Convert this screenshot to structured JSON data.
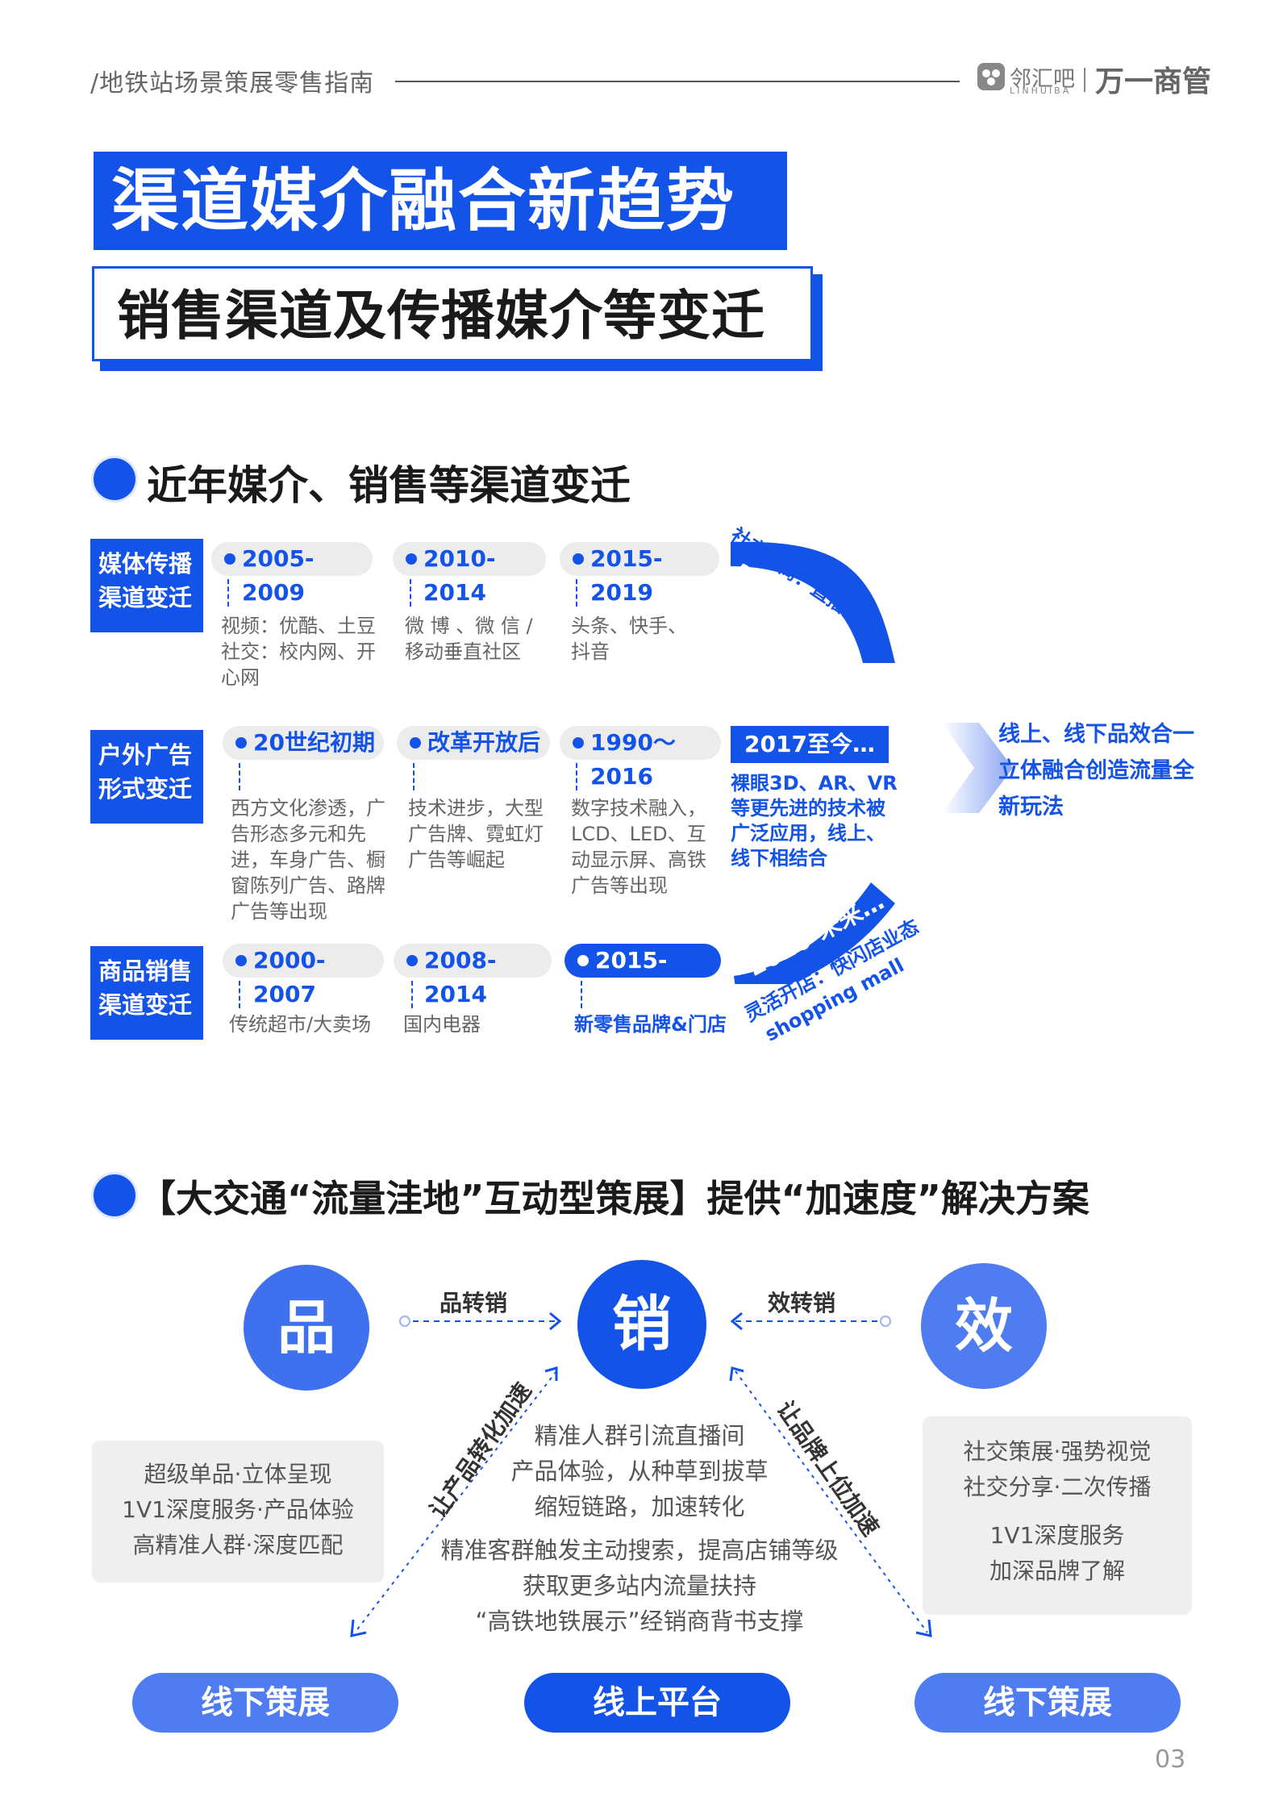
{
  "header": {
    "breadcrumb": "/地铁站场景策展零售指南",
    "logo_cn": "邻汇吧",
    "logo_en": "LINHUIBA",
    "brand": "万一商管"
  },
  "title": {
    "main": "渠道媒介融合新趋势",
    "sub": "销售渠道及传播媒介等变迁"
  },
  "section1": {
    "heading": "近年媒介、销售等渠道变迁",
    "rows": [
      {
        "label": [
          "媒体传播",
          "渠道变迁"
        ],
        "periods": [
          {
            "period": "2005-2009",
            "desc": [
              "视频：优酷、土豆",
              "社交：校内网、开",
              "心网"
            ]
          },
          {
            "period": "2010-2014",
            "desc": [
              "微 博 、微 信 /",
              "移动垂直社区"
            ]
          },
          {
            "period": "2015-2019",
            "desc": [
              "头条、快手、",
              "抖音"
            ]
          }
        ],
        "future": {
          "title": "2020-未来…",
          "desc": "社交电商：直播卖货"
        }
      },
      {
        "label": [
          "户外广告",
          "形式变迁"
        ],
        "periods": [
          {
            "period": "20世纪初期",
            "desc": [
              "西方文化渗透，广",
              "告形态多元和先",
              "进，车身广告、橱",
              "窗陈列广告、路牌",
              "广告等出现"
            ]
          },
          {
            "period": "改革开放后",
            "desc": [
              "技术进步，大型",
              "广告牌、霓虹灯",
              "广告等崛起"
            ]
          },
          {
            "period": "1990～2016",
            "desc": [
              "数字技术融入，",
              "LCD、LED、互",
              "动显示屏、高铁",
              "广告等出现"
            ]
          }
        ],
        "future": {
          "title": "2017至今…",
          "desc": [
            "裸眼3D、AR、VR",
            "等更先进的技术被",
            "广泛应用，线上、",
            "线下相结合"
          ]
        }
      },
      {
        "label": [
          "商品销售",
          "渠道变迁"
        ],
        "periods": [
          {
            "period": "2000-2007",
            "desc": [
              "传统超市/大卖场"
            ]
          },
          {
            "period": "2008-2014",
            "desc": [
              "国内电器"
            ]
          },
          {
            "period": "2015-2019",
            "desc": [
              "新零售品牌&门店"
            ]
          }
        ],
        "future": {
          "title": "2020-未来…",
          "desc1": "灵活开店：快闪店业态",
          "desc2": "shopping mall"
        }
      }
    ],
    "conclusion": [
      "线上、线下品效合一",
      "立体融合创造流量全",
      "新玩法"
    ]
  },
  "section2": {
    "heading": "【大交通“流量洼地”互动型策展】提供“加速度”解决方案",
    "circles": {
      "left": "品",
      "center": "销",
      "right": "效"
    },
    "arrows": {
      "left": "品转销",
      "right": "效转销",
      "diag_left": "让产品转化加速",
      "diag_right": "让品牌上位加速"
    },
    "left_box": [
      "超级单品·立体呈现",
      "1V1深度服务·产品体验",
      "高精准人群·深度匹配"
    ],
    "right_box": [
      "社交策展·强势视觉",
      "社交分享·二次传播",
      "1V1深度服务",
      "加深品牌了解"
    ],
    "center_top": [
      "精准人群引流直播间",
      "产品体验，从种草到拔草",
      "缩短链路，加速转化"
    ],
    "center_bottom": [
      "精准客群触发主动搜索，提高店铺等级",
      "获取更多站内流量扶持",
      "“高铁地铁展示”经销商背书支撑"
    ],
    "buttons": {
      "left": "线下策展",
      "center": "线上平台",
      "right": "线下策展"
    }
  },
  "page_number": "03",
  "colors": {
    "primary": "#1453e8",
    "light_blue": "#4f7cf0",
    "grey_bg": "#efefef"
  }
}
